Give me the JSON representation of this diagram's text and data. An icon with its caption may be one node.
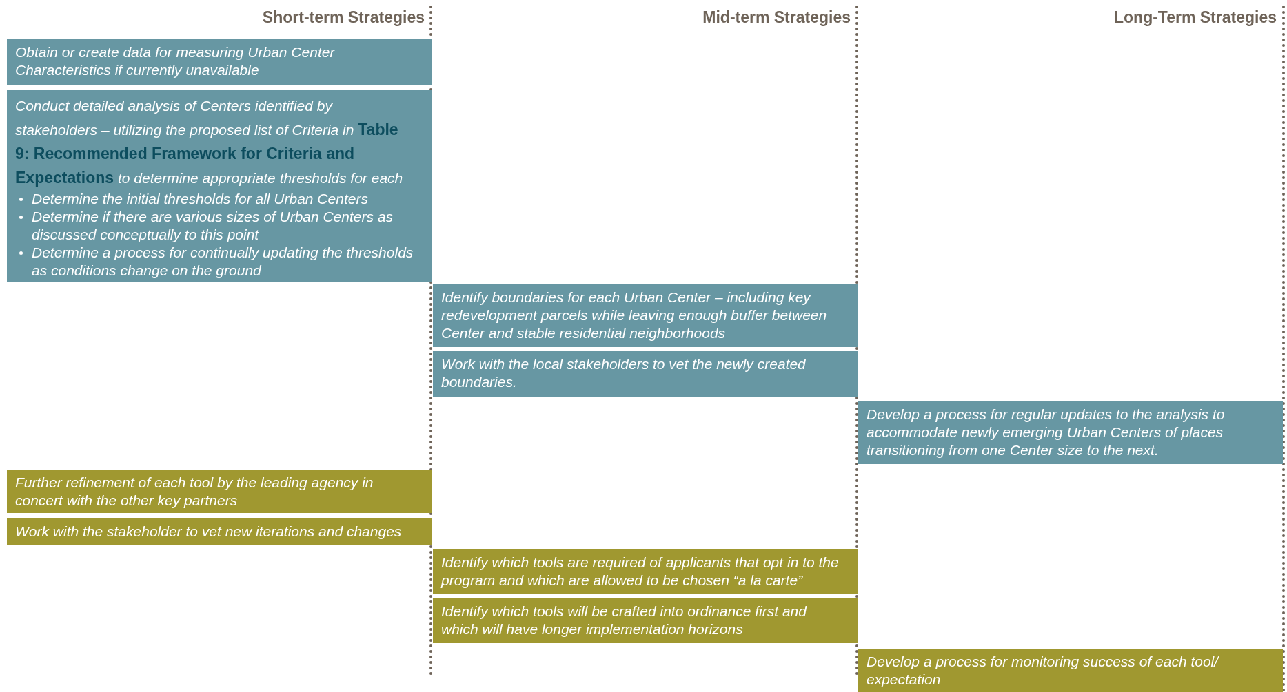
{
  "diagram": {
    "nodes": [
      {
        "text": [
          "Obtain or create data for measuring Urban Center Characteristics if currently unavailable"
        ]
      },
      {
        "text": [
          "Conduct detailed analysis of Centers identified by stakeholders – utilizing the proposed list of Criteria in **Table 9: Recommended Framework for Criteria and Expectations** to determine appropriate thresholds for each",
          "Determine the initial thresholds for all Urban Centers",
          "Determine if there are various sizes of Urban Centers as discussed conceptually to this point",
          "Determine a process for continually updating the thresholds as conditions change on the ground"
        ]
      },
      {
        "text": [
          "Identify boundaries for each Urban Center – including key redevelopment parcels while leaving enough buffer between Center and stable residential neighborhoods"
        ]
      },
      {
        "text": [
          "Work with the local stakeholders to vet the newly created boundaries."
        ]
      },
      {
        "text": [
          "Develop a process for regular updates to the analysis to accommodate newly emerging Urban Centers of places transitioning from one Center size to the next."
        ]
      },
      {
        "text": [
          "Further refinement of each tool by the leading agency in concert with the other key partners"
        ]
      },
      {
        "text": [
          "Work with the stakeholder to vet new iterations and changes"
        ]
      },
      {
        "text": [
          "Identify which tools are required of applicants that opt in to the program and which are allowed to be chosen “a la carte”"
        ]
      },
      {
        "text": [
          "Identify which tools will be crafted into ordinance first and which will have longer implementation horizons"
        ]
      },
      {
        "text": [
          "Develop a process for monitoring success of each tool/ expectation"
        ]
      }
    ],
    "labels": [
      "Short-term Strategies",
      "Mid-term Strategies",
      "Long-Term Strategies"
    ]
  }
}
